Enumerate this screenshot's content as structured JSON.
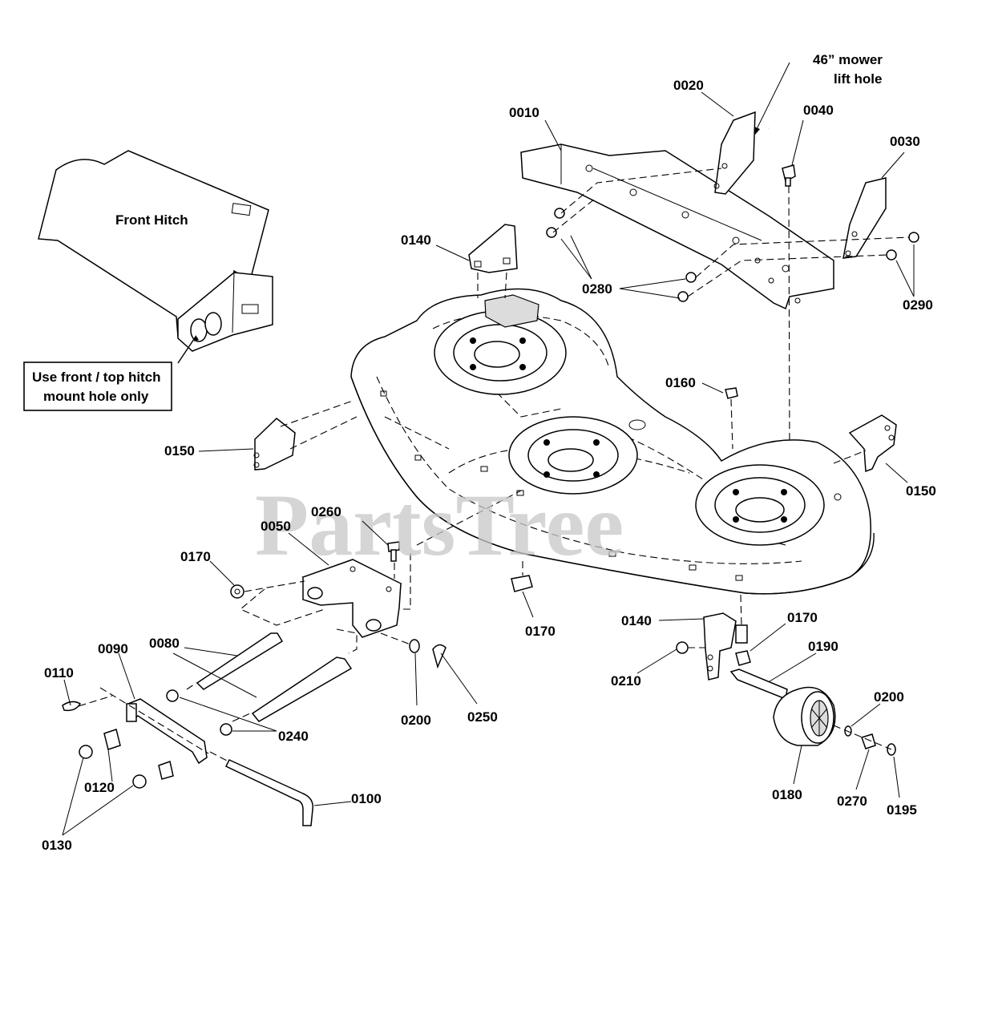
{
  "watermark": "PartsTree",
  "notes": {
    "front_hitch": "Front Hitch",
    "hitch_note_line1": "Use front / top hitch",
    "hitch_note_line2": "mount hole only",
    "lift_hole_line1": "46” mower",
    "lift_hole_line2": "lift hole"
  },
  "labels": [
    {
      "id": "p0010",
      "text": "0010"
    },
    {
      "id": "p0020",
      "text": "0020"
    },
    {
      "id": "p0030",
      "text": "0030"
    },
    {
      "id": "p0040",
      "text": "0040"
    },
    {
      "id": "p0050",
      "text": "0050"
    },
    {
      "id": "p0080",
      "text": "0080"
    },
    {
      "id": "p0090",
      "text": "0090"
    },
    {
      "id": "p0100",
      "text": "0100"
    },
    {
      "id": "p0110",
      "text": "0110"
    },
    {
      "id": "p0120",
      "text": "0120"
    },
    {
      "id": "p0130",
      "text": "0130"
    },
    {
      "id": "p0140a",
      "text": "0140"
    },
    {
      "id": "p0140b",
      "text": "0140"
    },
    {
      "id": "p0150a",
      "text": "0150"
    },
    {
      "id": "p0150b",
      "text": "0150"
    },
    {
      "id": "p0160",
      "text": "0160"
    },
    {
      "id": "p0170a",
      "text": "0170"
    },
    {
      "id": "p0170b",
      "text": "0170"
    },
    {
      "id": "p0170c",
      "text": "0170"
    },
    {
      "id": "p0180",
      "text": "0180"
    },
    {
      "id": "p0190",
      "text": "0190"
    },
    {
      "id": "p0195",
      "text": "0195"
    },
    {
      "id": "p0200a",
      "text": "0200"
    },
    {
      "id": "p0200b",
      "text": "0200"
    },
    {
      "id": "p0210",
      "text": "0210"
    },
    {
      "id": "p0240",
      "text": "0240"
    },
    {
      "id": "p0250",
      "text": "0250"
    },
    {
      "id": "p0260",
      "text": "0260"
    },
    {
      "id": "p0270",
      "text": "0270"
    },
    {
      "id": "p0280",
      "text": "0280"
    },
    {
      "id": "p0290",
      "text": "0290"
    }
  ]
}
